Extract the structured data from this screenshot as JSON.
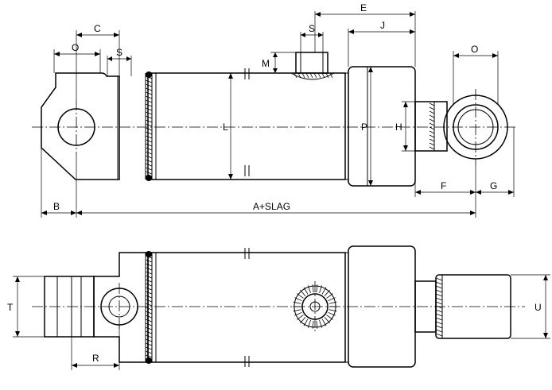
{
  "labels": {
    "C": "C",
    "O_left": "O",
    "S_left": "S",
    "E": "E",
    "S_top": "S",
    "J": "J",
    "O_right": "O",
    "M": "M",
    "L": "L",
    "P": "P",
    "H": "H",
    "B": "B",
    "A_SLAG": "A+SLAG",
    "F": "F",
    "G": "G",
    "T": "T",
    "R": "R",
    "U": "U"
  }
}
